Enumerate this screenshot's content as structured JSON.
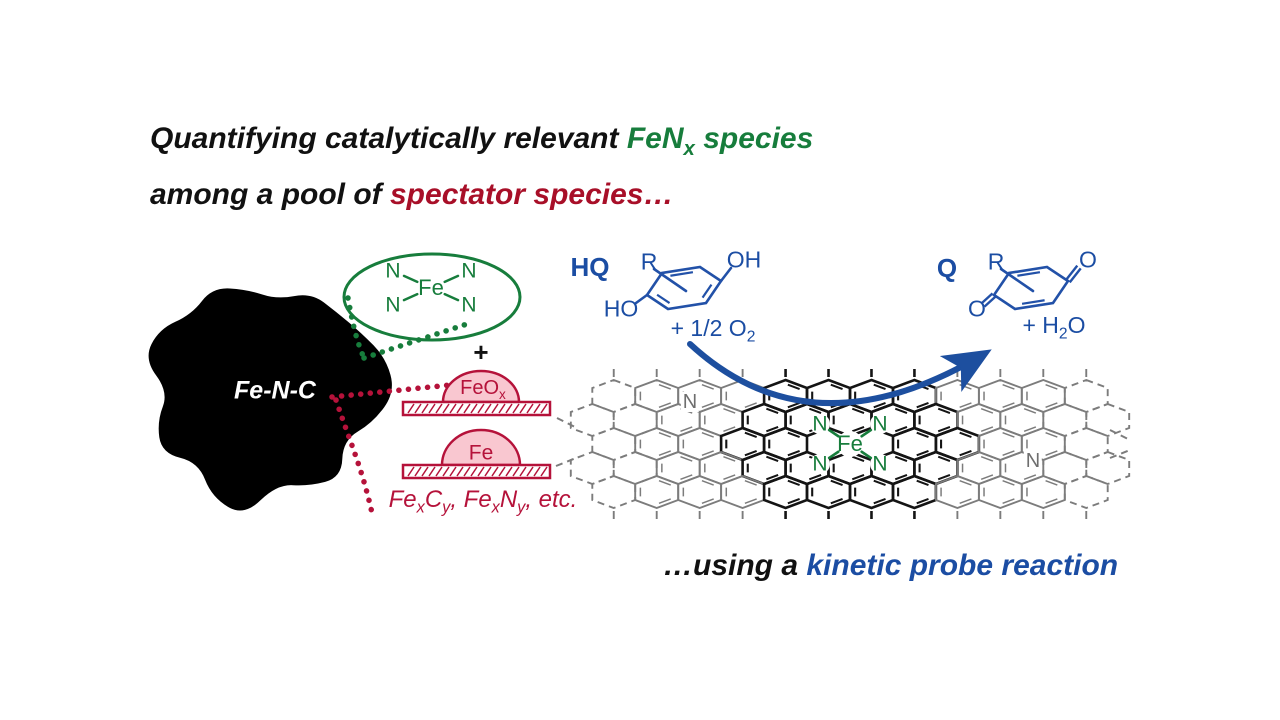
{
  "colors": {
    "green": "#177d3c",
    "title_red": "#a80f28",
    "crimson": "#b5123a",
    "blue": "#1b4da3",
    "arrow_blue": "#1d4f9f",
    "lattice_gray": "#7c7c7c",
    "lattice_black": "#141414",
    "particle_pink": "#f9c7d0"
  },
  "title": {
    "line1_black": "Quantifying catalytically relevant ",
    "line1_green_base": "FeN",
    "line1_green_sub": "x",
    "line1_green_tail": " species",
    "line2_black": "among a pool of ",
    "line2_red": "spectator species…"
  },
  "catalyst": {
    "label": "Fe-N-C"
  },
  "fen4_inset": {
    "fe": "Fe",
    "n1": "N",
    "n2": "N",
    "n3": "N",
    "n4": "N"
  },
  "plus": "+",
  "spectator_particles": {
    "feox_base": "FeO",
    "feox_sub": "x",
    "fe": "Fe",
    "list_a": "Fe",
    "list_a_sub": "x",
    "list_b": "C",
    "list_b_sub": "y",
    "list_sep": ", ",
    "list_c": "Fe",
    "list_c_sub": "x",
    "list_d": "N",
    "list_d_sub": "y",
    "list_tail": ", etc."
  },
  "reaction": {
    "hq": "HQ",
    "hq_r": "R",
    "hq_oh": "OH",
    "hq_ho": "HO",
    "hq_o2_base": "+ 1/2 O",
    "hq_o2_sub": "2",
    "q": "Q",
    "q_r": "R",
    "q_o_top": "O",
    "q_o_bottom": "O",
    "q_h2o_a": "+ H",
    "q_h2o_sub": "2",
    "q_h2o_b": "O"
  },
  "active_site": {
    "fe": "Fe",
    "n1": "N",
    "n2": "N",
    "n3": "N",
    "n4": "N"
  },
  "lattice": {
    "n_left": "N",
    "n_right": "N"
  },
  "footer": {
    "black": "…using a ",
    "blue": "kinetic probe reaction"
  }
}
